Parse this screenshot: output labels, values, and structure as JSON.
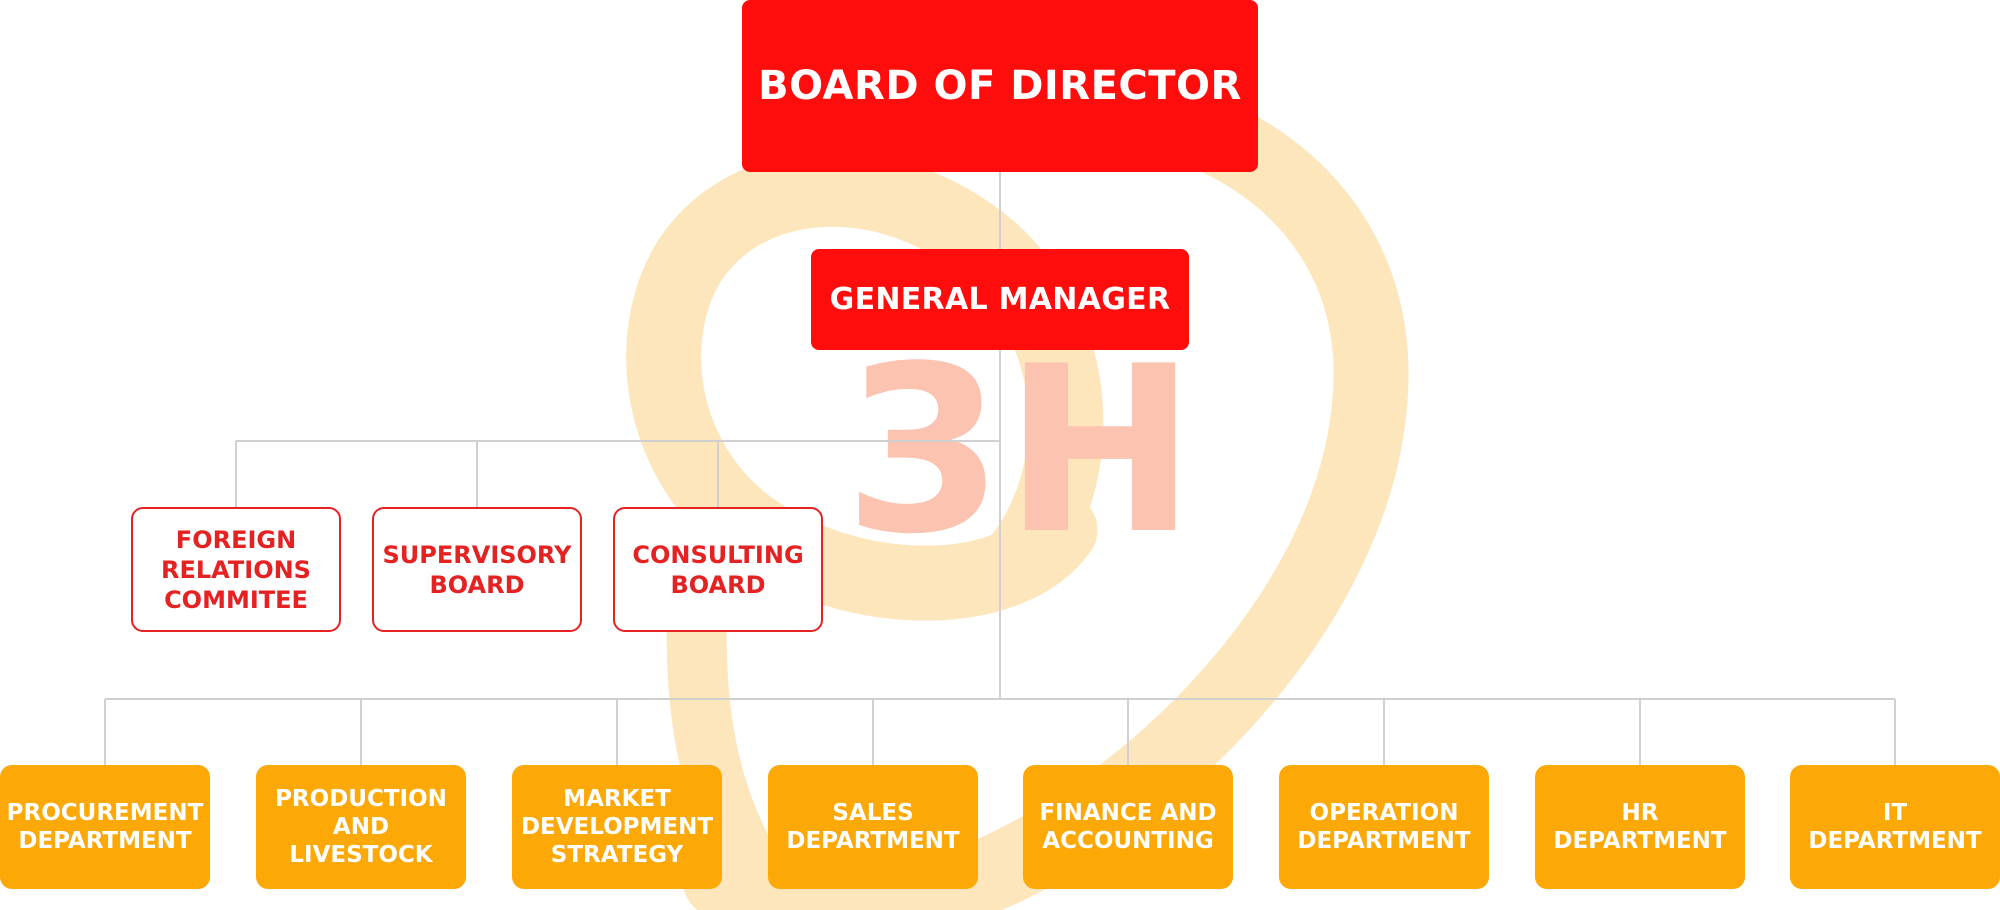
{
  "board": {
    "label": "BOARD OF DIRECTOR"
  },
  "general_manager": {
    "label": "GENERAL MANAGER"
  },
  "advisory": [
    {
      "label": "FOREIGN RELATIONS COMMITEE"
    },
    {
      "label": "SUPERVISORY BOARD"
    },
    {
      "label": "CONSULTING BOARD"
    }
  ],
  "departments": [
    {
      "label": "PROCUREMENT DEPARTMENT"
    },
    {
      "label": "PRODUCTION AND LIVESTOCK"
    },
    {
      "label": "MARKET DEVELOPMENT STRATEGY"
    },
    {
      "label": "SALES DEPARTMENT"
    },
    {
      "label": "FINANCE AND ACCOUNTING"
    },
    {
      "label": "OPERATION DEPARTMENT"
    },
    {
      "label": "HR DEPARTMENT"
    },
    {
      "label": "IT DEPARTMENT"
    }
  ],
  "watermark": {
    "text": "3H",
    "icon": "swirl-logo-icon"
  },
  "colors": {
    "primary_red": "#ff0c0c",
    "outline_red": "#e42222",
    "department_orange": "#fca806",
    "connector_gray": "#d0d0d0",
    "watermark_swirl": "#fde6bb",
    "watermark_text": "#fbc3b0"
  }
}
